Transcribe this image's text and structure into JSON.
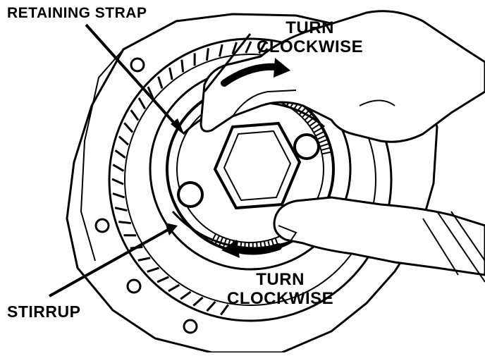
{
  "labels": {
    "retaining_strap": "RETAINING STRAP",
    "turn_top_line1": "TURN",
    "turn_top_line2": "CLOCKWISE",
    "turn_bottom_line1": "TURN",
    "turn_bottom_line2": "CLOCKWISE",
    "stirrup": "STIRRUP"
  },
  "colors": {
    "ink": "#000000",
    "paper": "#ffffff"
  }
}
